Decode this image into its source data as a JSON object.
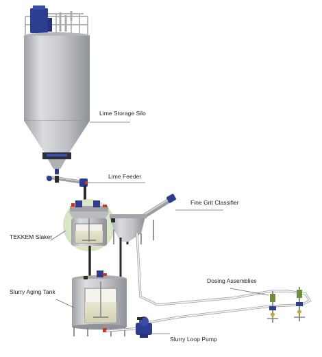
{
  "labels": {
    "silo": "Lime Storage Silo",
    "feeder": "Lime Feeder",
    "classifier": "Fine Grit Classifier",
    "slaker": "TEKKEM Slaker",
    "dosing": "Dosing Assemblies",
    "aging_tank": "Slurry Aging Tank",
    "pump": "Slurry Loop Pump"
  },
  "colors": {
    "steel": "#c4c6c9",
    "steel_dark": "#8e9196",
    "motor_blue": "#2d3d8f",
    "highlight_green": "#e4ecd4",
    "pipe_black": "#2b2b2b",
    "pipe_white": "#f4f4f4",
    "accent_red": "#c0392b"
  }
}
